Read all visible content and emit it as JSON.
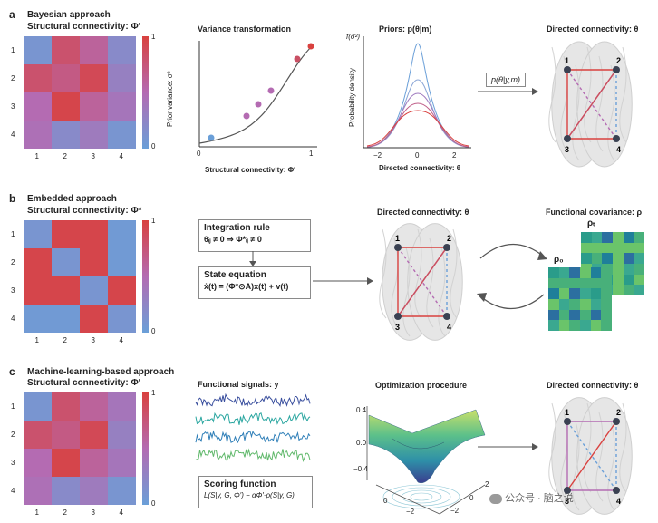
{
  "sections": [
    {
      "letter": "a",
      "title": "Bayesian approach"
    },
    {
      "letter": "b",
      "title": "Embedded approach"
    },
    {
      "letter": "c",
      "title": "Machine-learning-based approach"
    }
  ],
  "matrix_labels": {
    "a": "Structural connectivity: Φ′",
    "b": "Structural connectivity: Φ*",
    "c": "Structural connectivity: Φ′"
  },
  "matrix_ticks": [
    "1",
    "2",
    "3",
    "4"
  ],
  "colorbar_ticks": {
    "top": "1",
    "bottom": "0"
  },
  "colors": {
    "low": "#6a9fd8",
    "high": "#d9413f",
    "mid": "#b46bb2"
  },
  "matrices": {
    "a": [
      [
        0.1,
        0.8,
        0.6,
        0.2
      ],
      [
        0.8,
        0.7,
        0.9,
        0.3
      ],
      [
        0.5,
        0.95,
        0.6,
        0.4
      ],
      [
        0.45,
        0.2,
        0.35,
        0.1
      ]
    ],
    "b": [
      [
        0.1,
        0.95,
        0.95,
        0.05
      ],
      [
        0.95,
        0.1,
        0.95,
        0.05
      ],
      [
        0.95,
        0.95,
        0.1,
        0.95
      ],
      [
        0.05,
        0.05,
        0.95,
        0.1
      ]
    ],
    "c": [
      [
        0.1,
        0.8,
        0.6,
        0.4
      ],
      [
        0.8,
        0.7,
        0.9,
        0.3
      ],
      [
        0.5,
        0.95,
        0.6,
        0.4
      ],
      [
        0.45,
        0.2,
        0.35,
        0.1
      ]
    ]
  },
  "variance": {
    "title": "Variance transformation",
    "ylabel": "Prior variance: σ²",
    "xlabel": "Structural connectivity: Φ′",
    "x_ticks": [
      "0",
      "1"
    ]
  },
  "priors": {
    "title": "Priors: p(θ|m)",
    "yaxis_top": "f(σ²)",
    "ylabel": "Probability density",
    "xlabel": "Directed connectivity: θ",
    "x_ticks": [
      "−2",
      "0",
      "2"
    ]
  },
  "posterior_box": "p(θ|y,m)",
  "directed_title": "Directed connectivity: θ",
  "node_labels": [
    "1",
    "2",
    "3",
    "4"
  ],
  "integration": {
    "title": "Integration rule",
    "formula": "θᵢⱼ ≠ 0 ⇒ Φ*ᵢⱼ ≠ 0"
  },
  "state": {
    "title": "State equation",
    "formula": "ẋ(t) = (Φ*⊙A)x(t) + v(t)"
  },
  "functional_covariance": {
    "title": "Functional covariance: ρ",
    "rho_t": "ρₜ",
    "rho_0": "ρ₀"
  },
  "functional_signals": {
    "title": "Functional signals: y"
  },
  "scoring": {
    "title": "Scoring function",
    "formula": "L(S|y, G, Φ′) − αΦ′·ρ(S|y, G)"
  },
  "optimization": {
    "title": "Optimization procedure",
    "z_ticks": [
      "0.4",
      "0.0",
      "−0.4"
    ],
    "x_ticks": [
      "0",
      "−2"
    ],
    "y_ticks": [
      "2",
      "0",
      "−2"
    ]
  },
  "watermark": "公众号 · 脑之说"
}
